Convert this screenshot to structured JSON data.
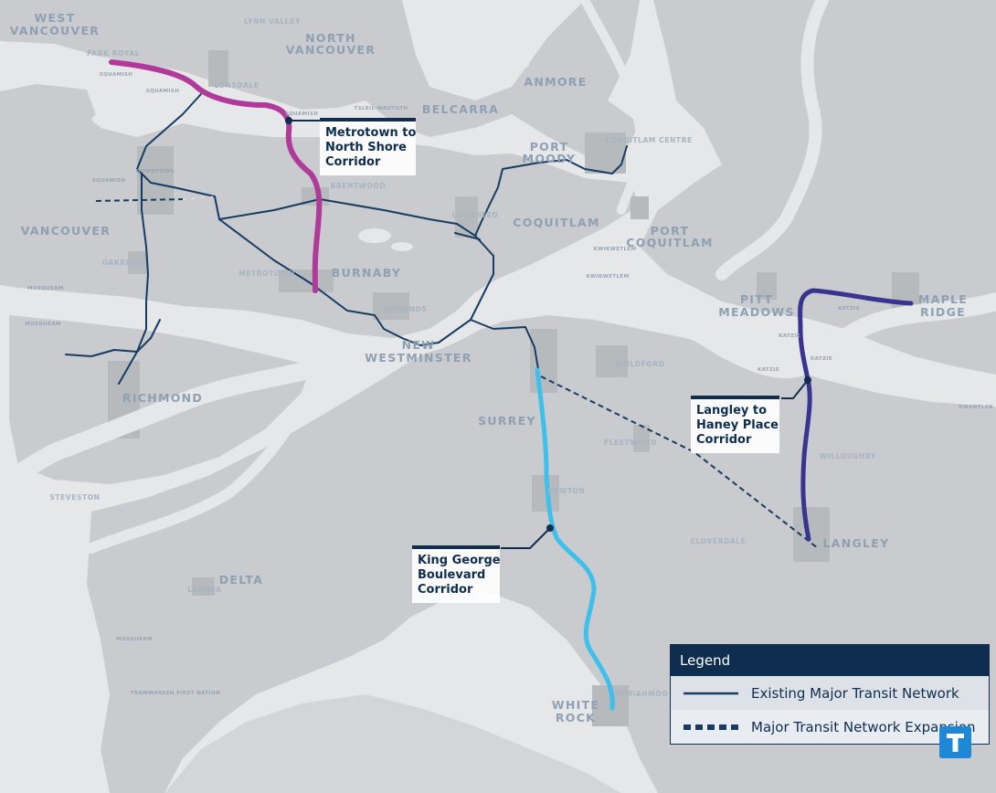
{
  "colors": {
    "water": "#e6e7e8",
    "land": "#c9cbce",
    "urban": "#b7babd",
    "existing_line": "#163c64",
    "north_shore_corridor": "#b03a9a",
    "king_george_corridor": "#3ec0ec",
    "langley_haney_corridor": "#3a3491",
    "callout_accent": "#0f2d4e",
    "brand_blue": "#1e88d6"
  },
  "municipalities": [
    {
      "id": "west-vancouver",
      "lines": [
        "WEST",
        "VANCOUVER"
      ]
    },
    {
      "id": "north-vancouver",
      "lines": [
        "NORTH",
        "VANCOUVER"
      ]
    },
    {
      "id": "anmore",
      "lines": [
        "ANMORE"
      ]
    },
    {
      "id": "belcarra",
      "lines": [
        "BELCARRA"
      ]
    },
    {
      "id": "port-moody",
      "lines": [
        "PORT",
        "MOODY"
      ]
    },
    {
      "id": "coquitlam",
      "lines": [
        "COQUITLAM"
      ]
    },
    {
      "id": "port-coquitlam",
      "lines": [
        "PORT",
        "COQUITLAM"
      ]
    },
    {
      "id": "vancouver",
      "lines": [
        "VANCOUVER"
      ]
    },
    {
      "id": "burnaby",
      "lines": [
        "BURNABY"
      ]
    },
    {
      "id": "new-westminster",
      "lines": [
        "NEW",
        "WESTMINSTER"
      ]
    },
    {
      "id": "pitt-meadows",
      "lines": [
        "PITT",
        "MEADOWS"
      ]
    },
    {
      "id": "maple-ridge",
      "lines": [
        "MAPLE",
        "RIDGE"
      ]
    },
    {
      "id": "richmond",
      "lines": [
        "RICHMOND"
      ]
    },
    {
      "id": "surrey",
      "lines": [
        "SURREY"
      ]
    },
    {
      "id": "delta",
      "lines": [
        "DELTA"
      ]
    },
    {
      "id": "langley",
      "lines": [
        "LANGLEY"
      ]
    },
    {
      "id": "white-rock",
      "lines": [
        "WHITE",
        "ROCK"
      ]
    }
  ],
  "neighbourhoods": [
    "PARK ROYAL",
    "SQUAMISH",
    "SQUAMISH",
    "LONSDALE",
    "LYNN VALLEY",
    "SQUAMISH",
    "TSLEIL-WAUTUTH",
    "COQUITLAM CENTRE",
    "SQUAMISH",
    "DOWNTOWN",
    "BRENTWOOD",
    "LOUGHEED",
    "KWIKWETLEM",
    "KWIKWETLEM",
    "OAKRIDGE",
    "MUSQUEAM",
    "MUSQUEAM",
    "METROTOWN",
    "EDMONDS",
    "GUILDFORD",
    "KATZIE",
    "KATZIE",
    "KATZIE",
    "KATZIE",
    "KWANTLEN",
    "FLEETWOOD",
    "WILLOUGHBY",
    "NEWTON",
    "STEVESTON",
    "CLOVERDALE",
    "LADNER",
    "MUSQUEAM",
    "SEMIAHMOO",
    "TSAWWASSEN FIRST NATION"
  ],
  "callouts": {
    "north_shore": [
      "Metrotown to",
      "North Shore",
      "Corridor"
    ],
    "langley_haney": [
      "Langley to",
      "Haney Place",
      "Corridor"
    ],
    "king_george": [
      "King George",
      "Boulevard",
      "Corridor"
    ]
  },
  "legend": {
    "title": "Legend",
    "items": [
      {
        "label": "Existing Major Transit Network",
        "style": "solid"
      },
      {
        "label": "Major Transit Network Expansion",
        "style": "dashed"
      }
    ]
  },
  "logo": {
    "glyph": "T"
  }
}
